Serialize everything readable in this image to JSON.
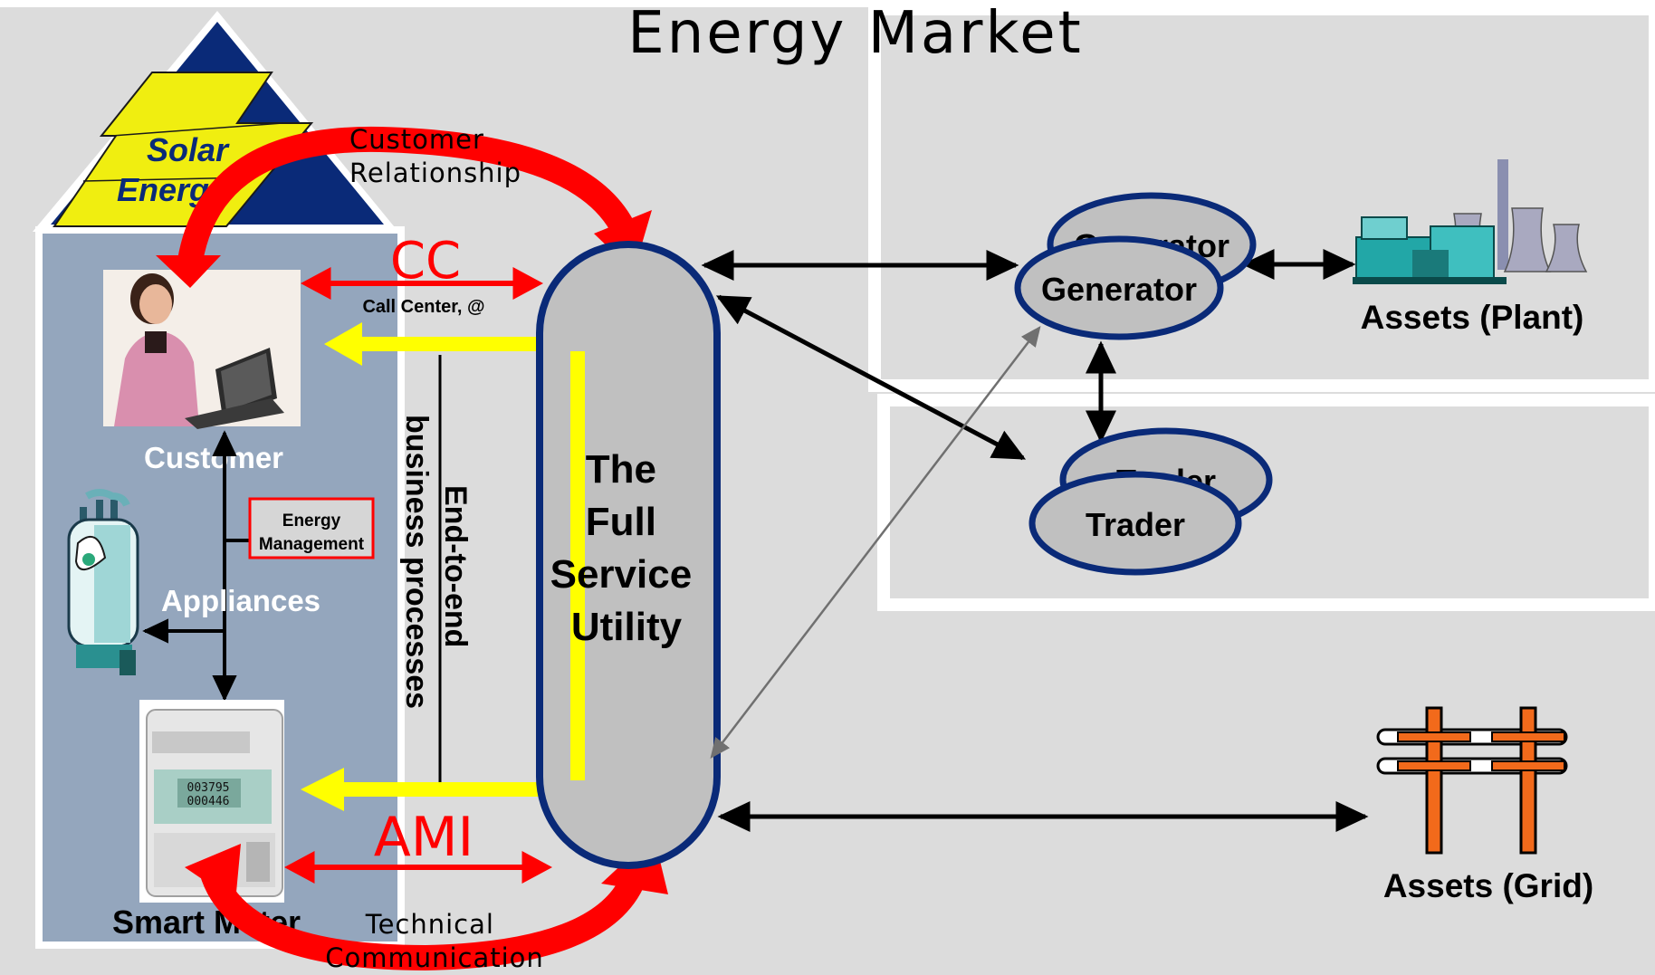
{
  "title": "Energy Market",
  "roof": {
    "line1": "Solar",
    "line2": "Energy"
  },
  "customer_relationship": {
    "line1": "Customer",
    "line2": "Relationship"
  },
  "technical_communication": {
    "line1": "Technical",
    "line2": "Communication"
  },
  "cc": {
    "label": "CC",
    "sublabel": "Call Center, @"
  },
  "ami": {
    "label": "AMI"
  },
  "customer_label": "Customer",
  "energy_management": {
    "line1": "Energy",
    "line2": "Management"
  },
  "appliances_label": "Appliances",
  "smart_meter_label": "Smart Meter",
  "meter_display": {
    "line1": "003795",
    "line2": "000446"
  },
  "process": {
    "line1": "End-to-end",
    "line2": "business processes"
  },
  "utility": {
    "line1": "The",
    "line2": "Full",
    "line3": "Service",
    "line4": "Utility"
  },
  "generator": {
    "back_label": "Generator",
    "front_label": "Generator"
  },
  "trader": {
    "back_label": "Trader",
    "front_label": "Trader"
  },
  "assets_plant_label": "Assets (Plant)",
  "assets_grid_label": "Assets (Grid)",
  "colors": {
    "background": "#dcdcdc",
    "house_panel": "#94a6bd",
    "utility_fill": "#c0c0c0",
    "navy": "#0a2a78",
    "relationship_red": "#ff0000",
    "process_yellow": "#ffff00",
    "solar_yellow": "#f0ee10",
    "plant_teal": "#22a7a7",
    "grid_orange": "#f26a1b"
  }
}
